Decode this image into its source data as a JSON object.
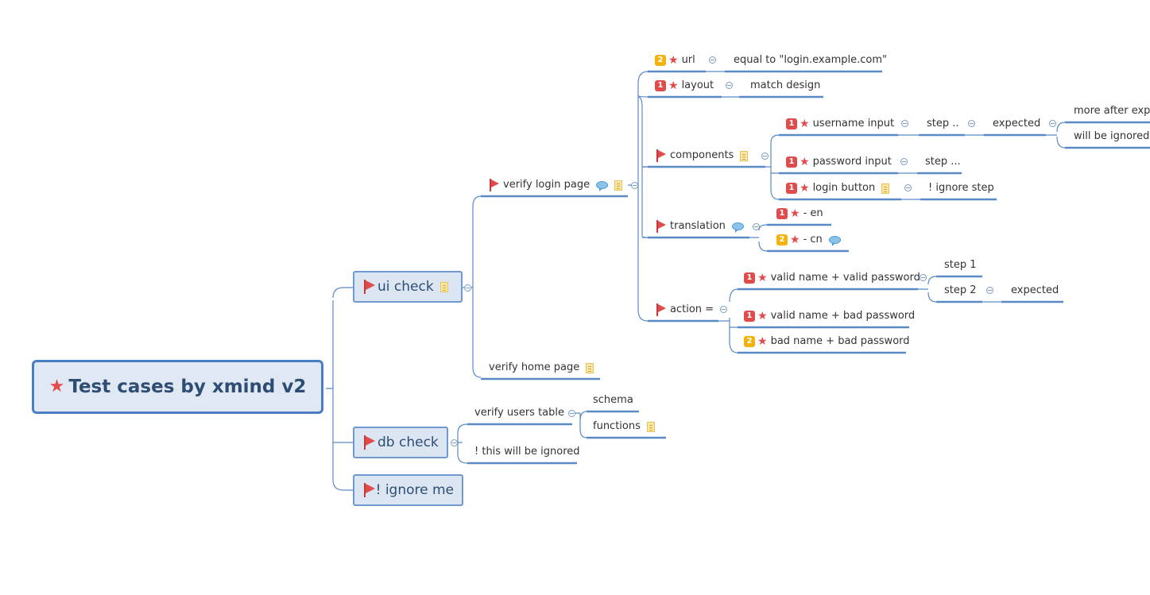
{
  "root": {
    "label": "Test cases by xmind v2"
  },
  "ui_check": {
    "label": "ui check"
  },
  "db_check": {
    "label": "db check"
  },
  "ignore_me": {
    "label": "! ignore me"
  },
  "verify_login": {
    "label": "verify login page"
  },
  "verify_home": {
    "label": "verify home page"
  },
  "url": {
    "label": "url",
    "priority": "2",
    "child": "equal to \"login.example.com\""
  },
  "layout": {
    "label": "layout",
    "priority": "1",
    "child": "match design"
  },
  "components": {
    "label": "components"
  },
  "username": {
    "label": "username input",
    "priority": "1",
    "step": "step ..",
    "expected": "expected",
    "more1": "more after expe",
    "more2": "will be ignored"
  },
  "password": {
    "label": "password input",
    "priority": "1",
    "step": "step ..."
  },
  "login_button": {
    "label": "login button",
    "priority": "1",
    "child": "! ignore step"
  },
  "translation": {
    "label": "translation"
  },
  "en": {
    "label": "- en",
    "priority": "1"
  },
  "cn": {
    "label": "- cn",
    "priority": "2"
  },
  "action": {
    "label": "action ="
  },
  "valid_valid": {
    "label": "valid name +  valid password",
    "priority": "1",
    "step1": "step 1",
    "step2": "step 2",
    "expected": "expected"
  },
  "valid_bad": {
    "label": "valid name + bad password",
    "priority": "1"
  },
  "bad_bad": {
    "label": "bad name + bad password",
    "priority": "2"
  },
  "verify_users": {
    "label": "verify users table"
  },
  "schema": {
    "label": "schema"
  },
  "functions": {
    "label": "functions"
  },
  "ignored": {
    "label": "! this will be ignored"
  },
  "colors": {
    "line": "#5b8ac6",
    "root_border": "#4a7ec3",
    "box_fill": "#dce6f2",
    "p1": "#e04b4b",
    "p2": "#f1b30c"
  }
}
